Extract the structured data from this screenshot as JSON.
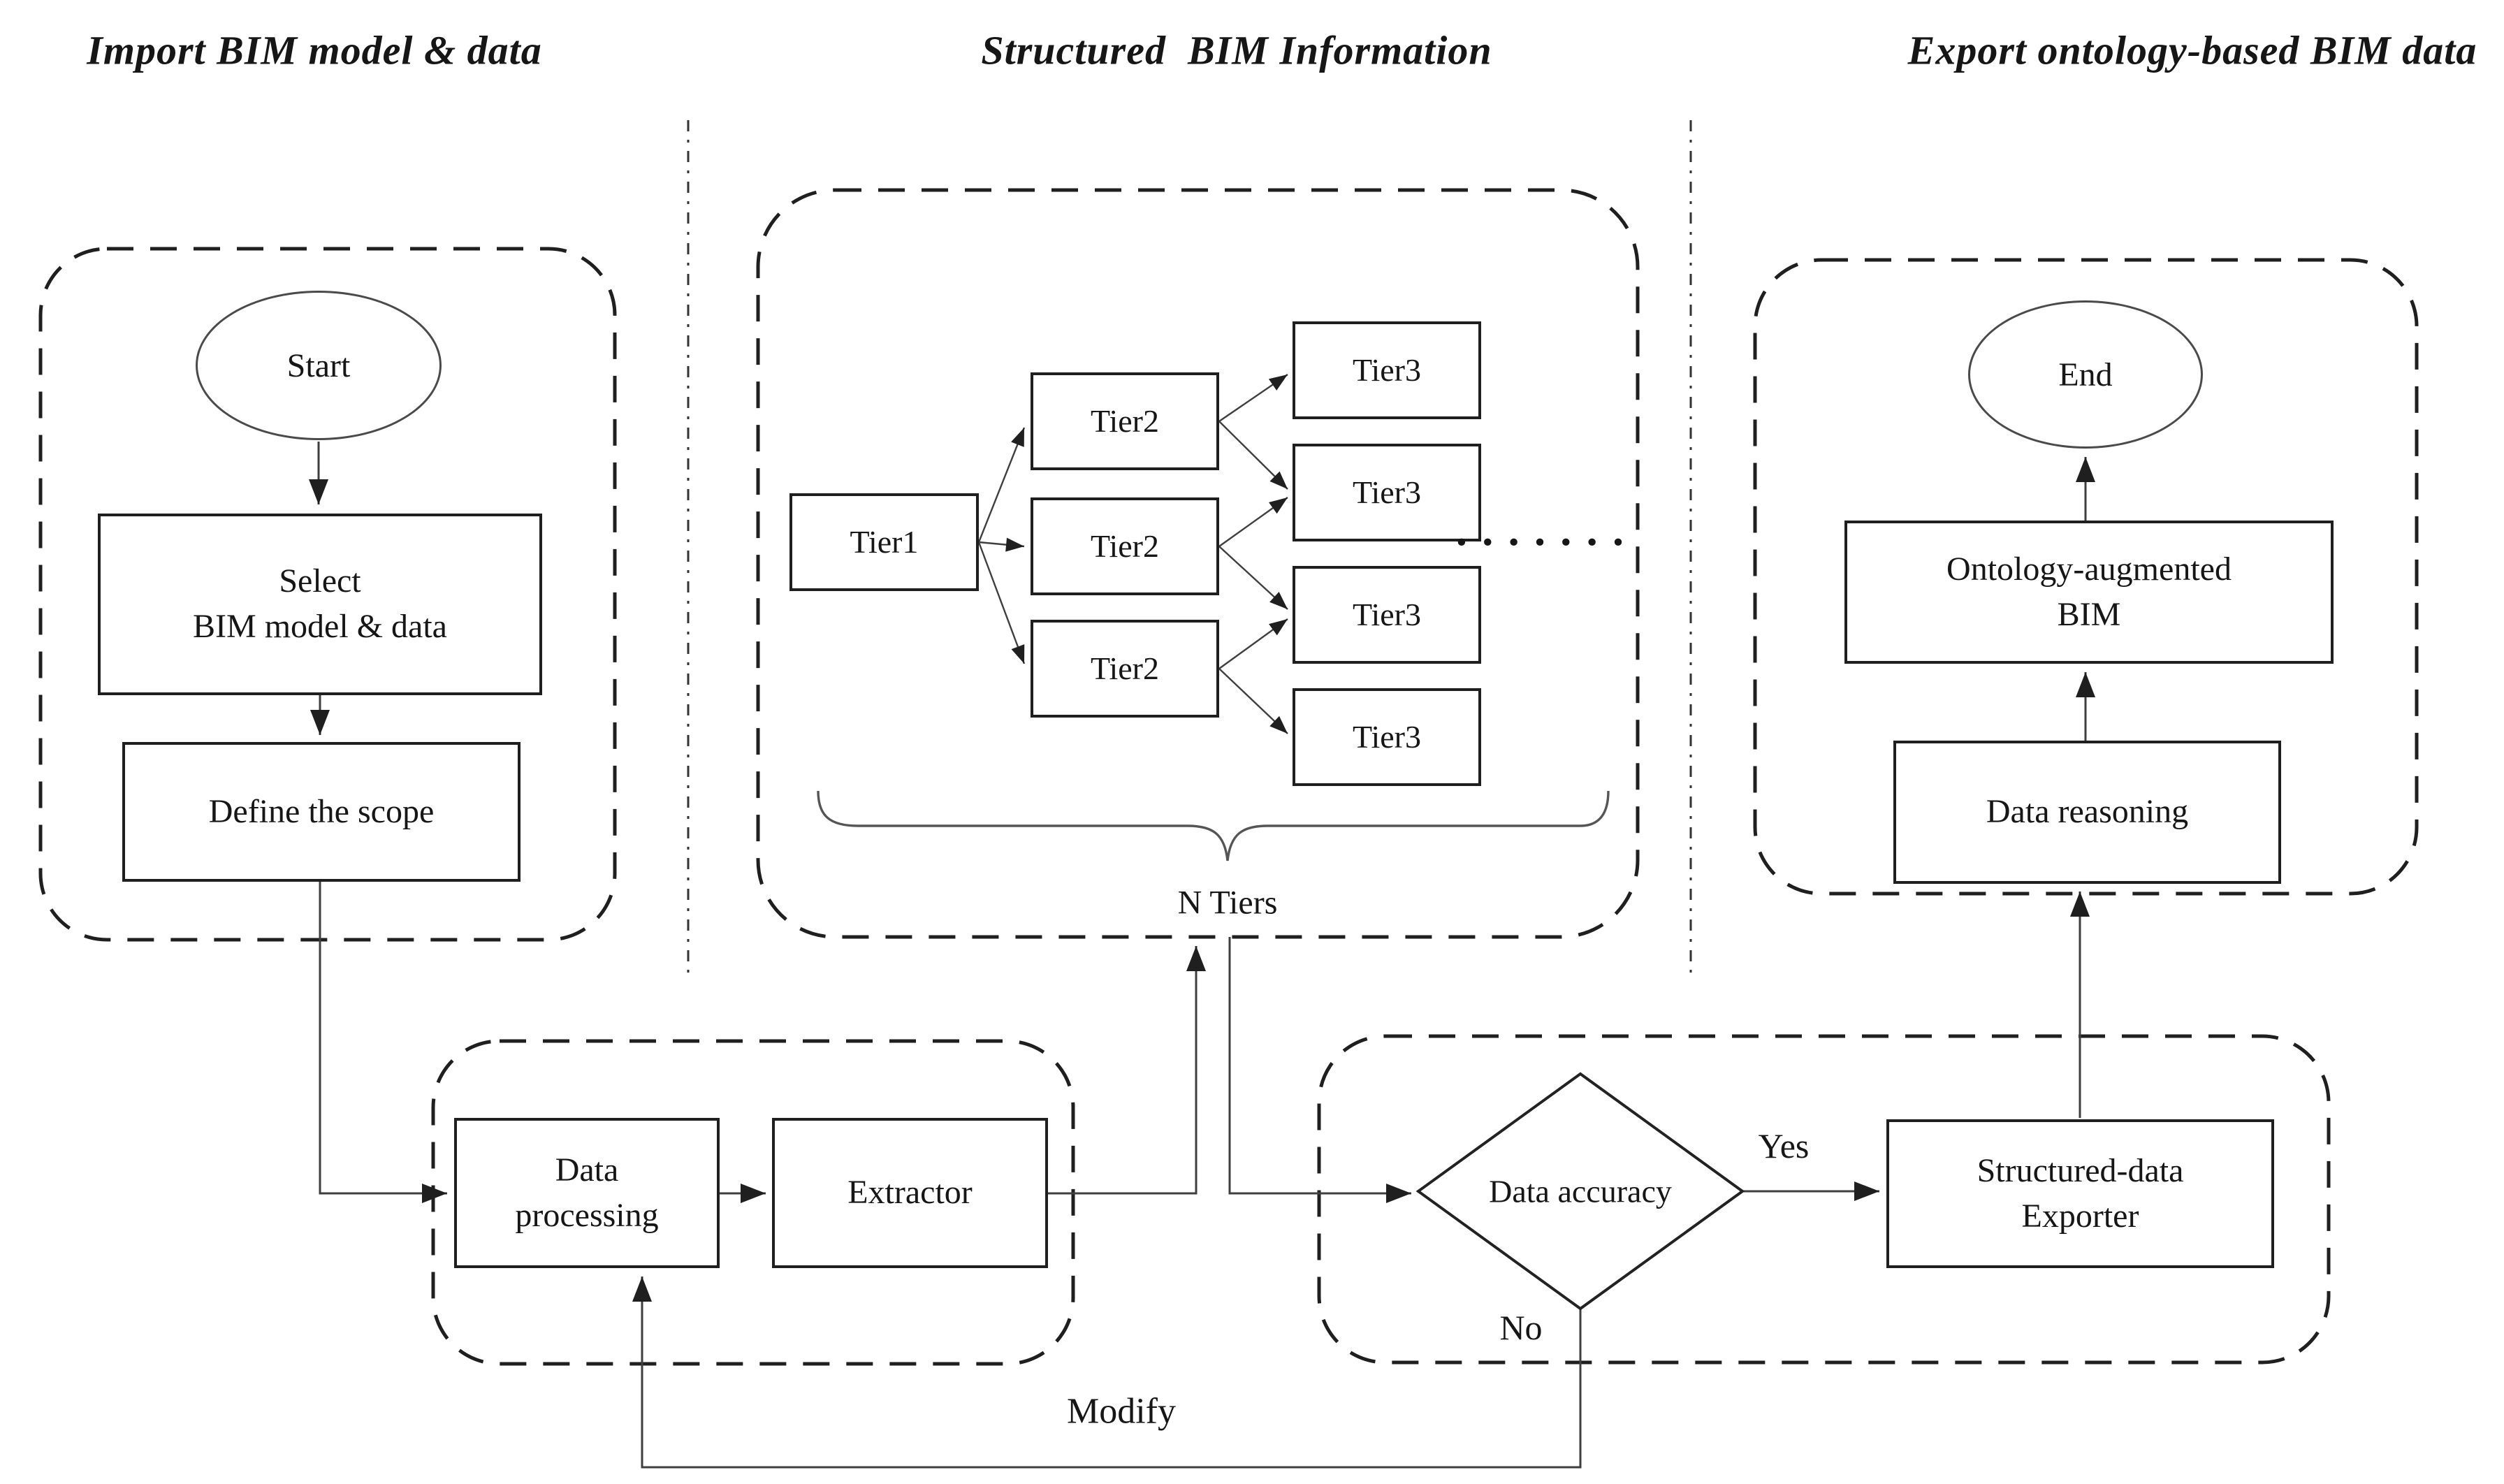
{
  "colors": {
    "background": "#ffffff",
    "ink": "#1f1f1f",
    "connector": "#3f3f3f"
  },
  "sections": {
    "import": {
      "title": "Import BIM model & data"
    },
    "structured": {
      "title": "Structured  BIM Information"
    },
    "export": {
      "title": "Export ontology-based BIM data"
    }
  },
  "nodes": {
    "start": "Start",
    "select": {
      "line1": "Select",
      "line2": "BIM model & data"
    },
    "define": "Define the scope",
    "tier1": "Tier1",
    "tier2": "Tier2",
    "tier3": "Tier3",
    "ellipsis": "·······",
    "n_tiers": "N Tiers",
    "data_processing": {
      "line1": "Data",
      "line2": "processing"
    },
    "extractor": "Extractor",
    "decision": "Data accuracy",
    "exporter": {
      "line1": "Structured-data",
      "line2": "Exporter"
    },
    "data_reasoning": "Data reasoning",
    "oa_bim": {
      "line1": "Ontology-augmented",
      "line2": "BIM"
    },
    "end": "End"
  },
  "edge_labels": {
    "yes": "Yes",
    "no": "No",
    "modify": "Modify"
  }
}
